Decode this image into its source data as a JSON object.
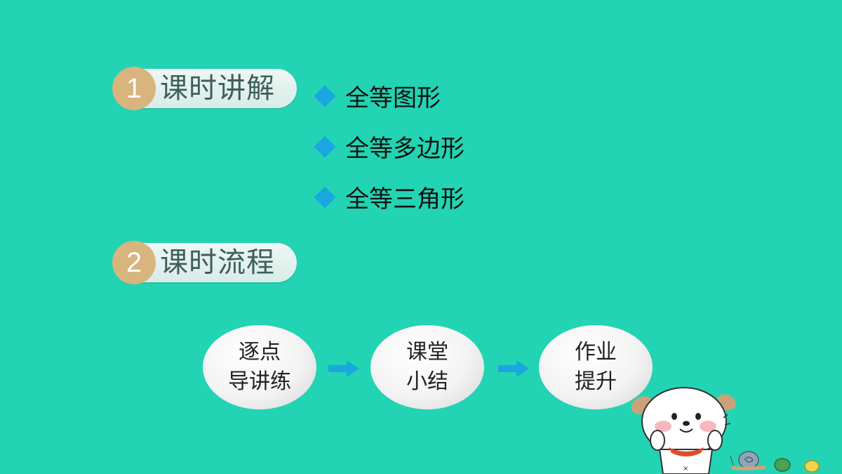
{
  "sections": [
    {
      "number": "1",
      "title": "课时讲解"
    },
    {
      "number": "2",
      "title": "课时流程"
    }
  ],
  "bullets": [
    "全等图形",
    "全等多边形",
    "全等三角形"
  ],
  "flow": [
    {
      "label": "逐点\n导讲练"
    },
    {
      "label": "课堂\n小结"
    },
    {
      "label": "作业\n提升"
    }
  ],
  "colors": {
    "background": "#22d4b3",
    "number_circle": "#d8b47f",
    "bullet_diamond": "#1aa6e0",
    "arrow": "#1aa6e0"
  },
  "icons": {
    "bullet": "diamond-icon",
    "flow_connector": "right-arrow-icon",
    "mascot": "puppy-mascot"
  }
}
